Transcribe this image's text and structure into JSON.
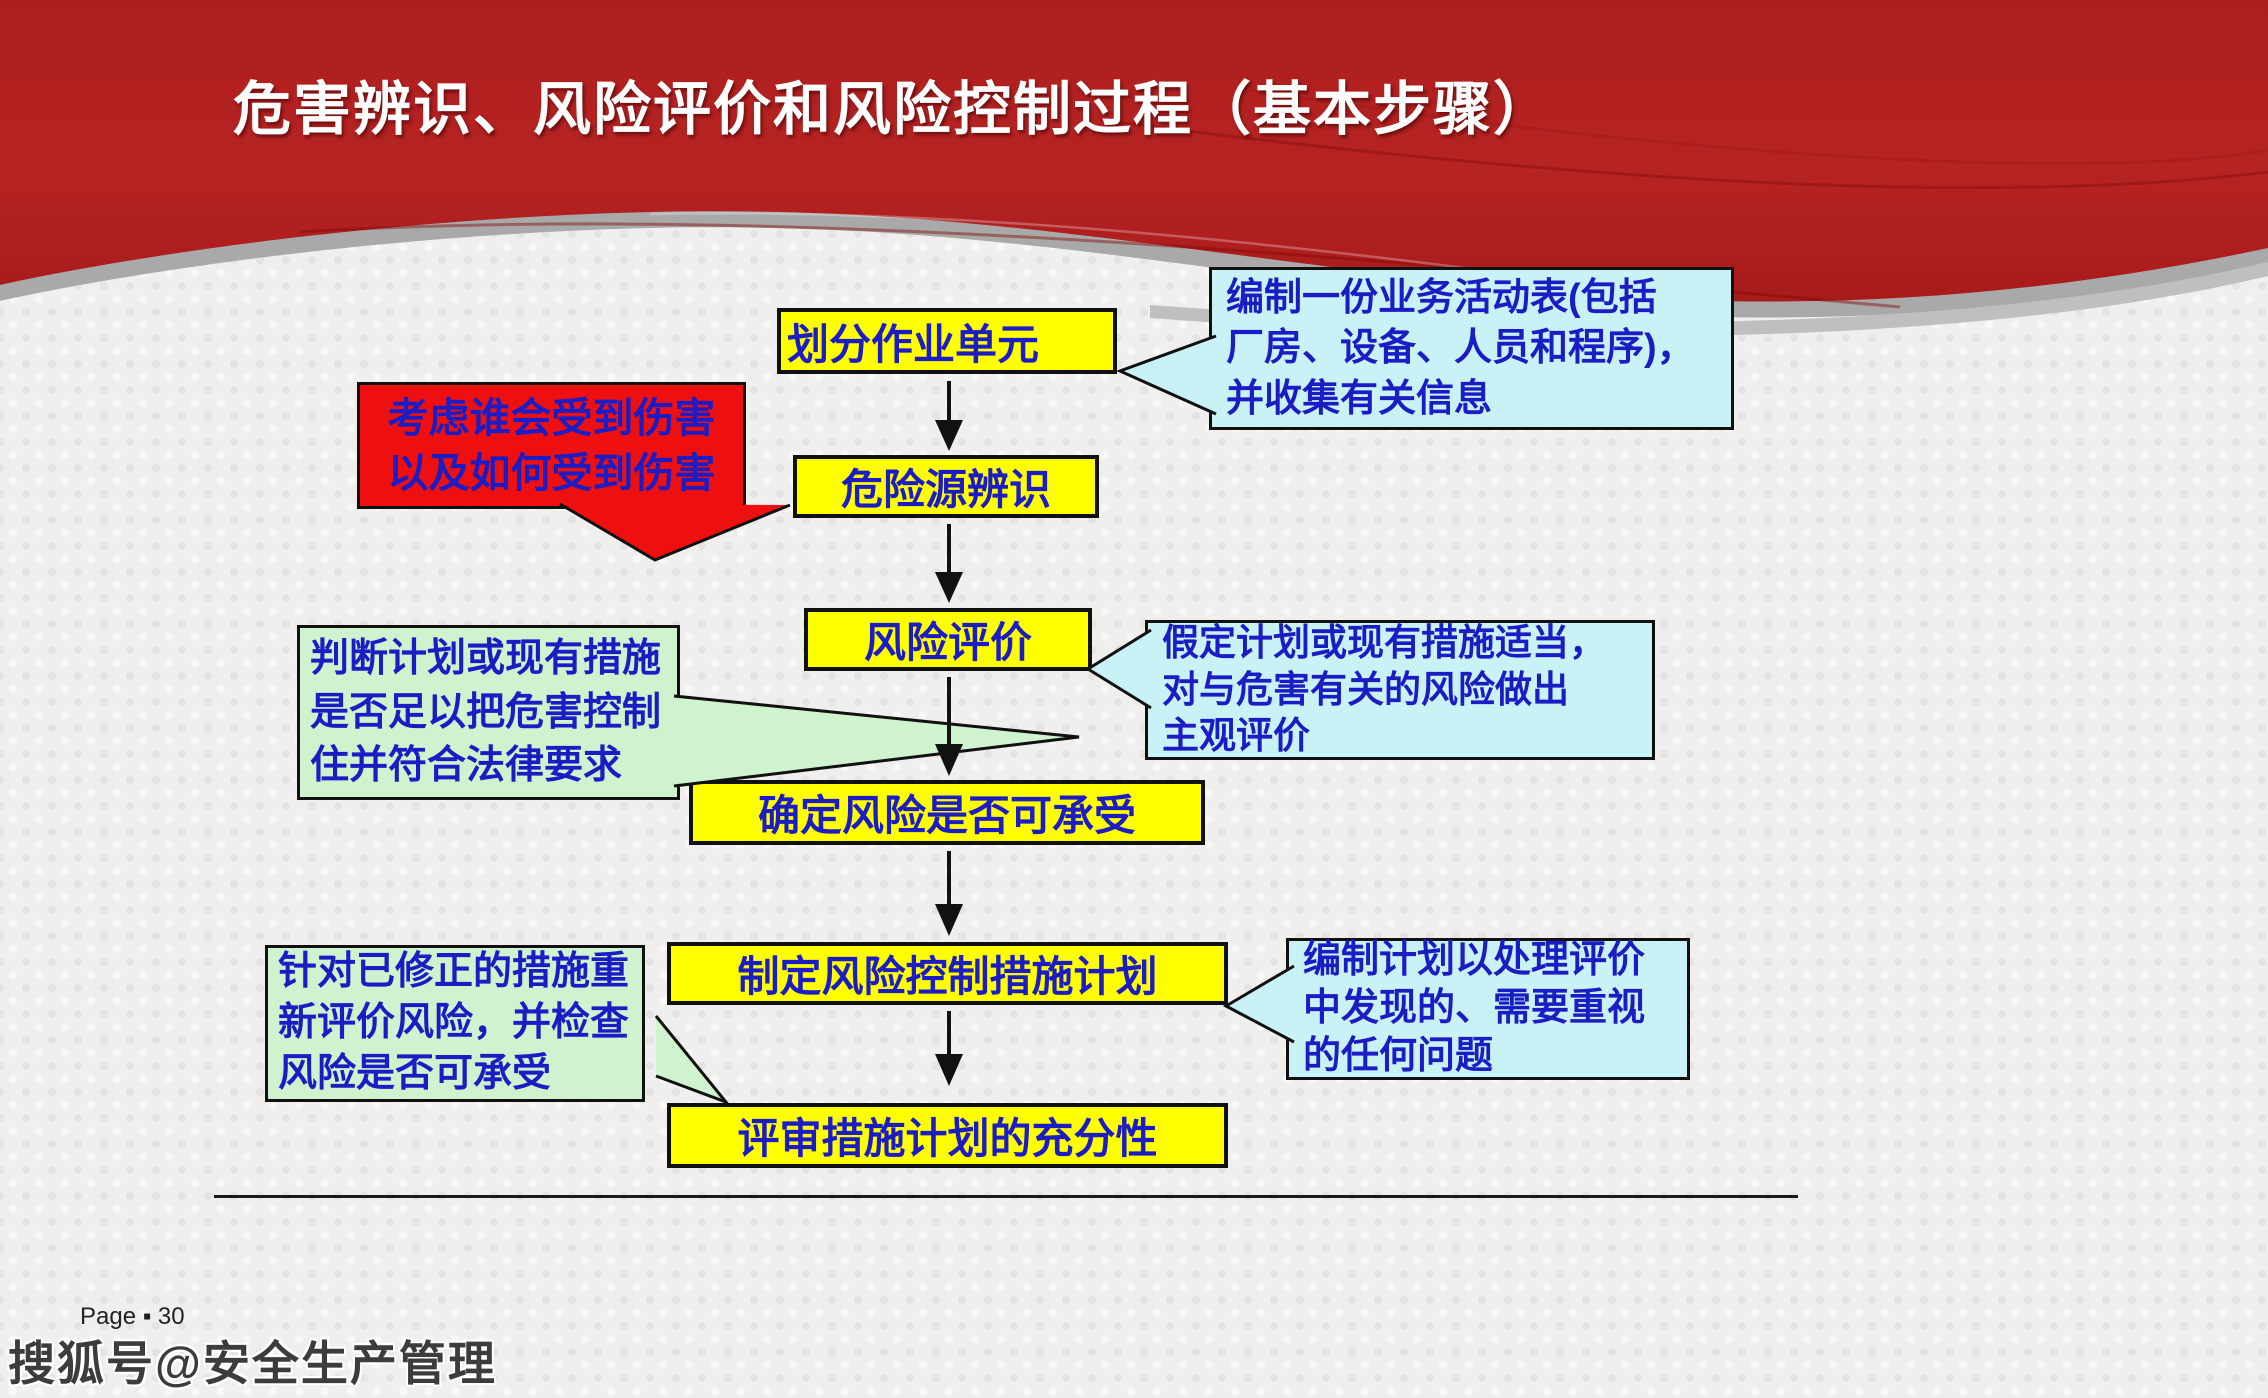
{
  "title": "危害辨识、风险评价和风险控制过程（基本步骤）",
  "flow": {
    "steps": [
      {
        "label": "划分作业单元"
      },
      {
        "label": "危险源辨识"
      },
      {
        "label": "风险评价"
      },
      {
        "label": "确定风险是否可承受"
      },
      {
        "label": "制定风险控制措施计划"
      },
      {
        "label": "评审措施计划的充分性"
      }
    ]
  },
  "callouts": {
    "activity_list": {
      "text": "编制一份业务活动表(包括\n厂房、设备、人员和程序)，\n并收集有关信息"
    },
    "who_harmed": {
      "text": "考虑谁会受到伤害\n以及如何受到伤害"
    },
    "assume_measures": {
      "text": "假定计划或现有措施适当，\n对与危害有关的风险做出\n主观评价"
    },
    "judge_measures": {
      "text": "判断计划或现有措施\n是否足以把危害控制\n住并符合法律要求"
    },
    "plan_issues": {
      "text": "编制计划以处理评价\n中发现的、需要重视\n的任何问题"
    },
    "reassess_risk": {
      "text": "针对已修正的措施重\n新评价风险，并检查\n风险是否可承受"
    }
  },
  "footer": {
    "page_label": "Page ▪ 30",
    "watermark": "搜狐号@安全生产管理"
  },
  "colors": {
    "banner_red": "#B32121",
    "box_yellow": "#FFFF00",
    "callout_cyan": "#C9F2F6",
    "callout_green": "#CFF3CF",
    "callout_red": "#EE1010",
    "text_blue": "#1C1CC4"
  }
}
